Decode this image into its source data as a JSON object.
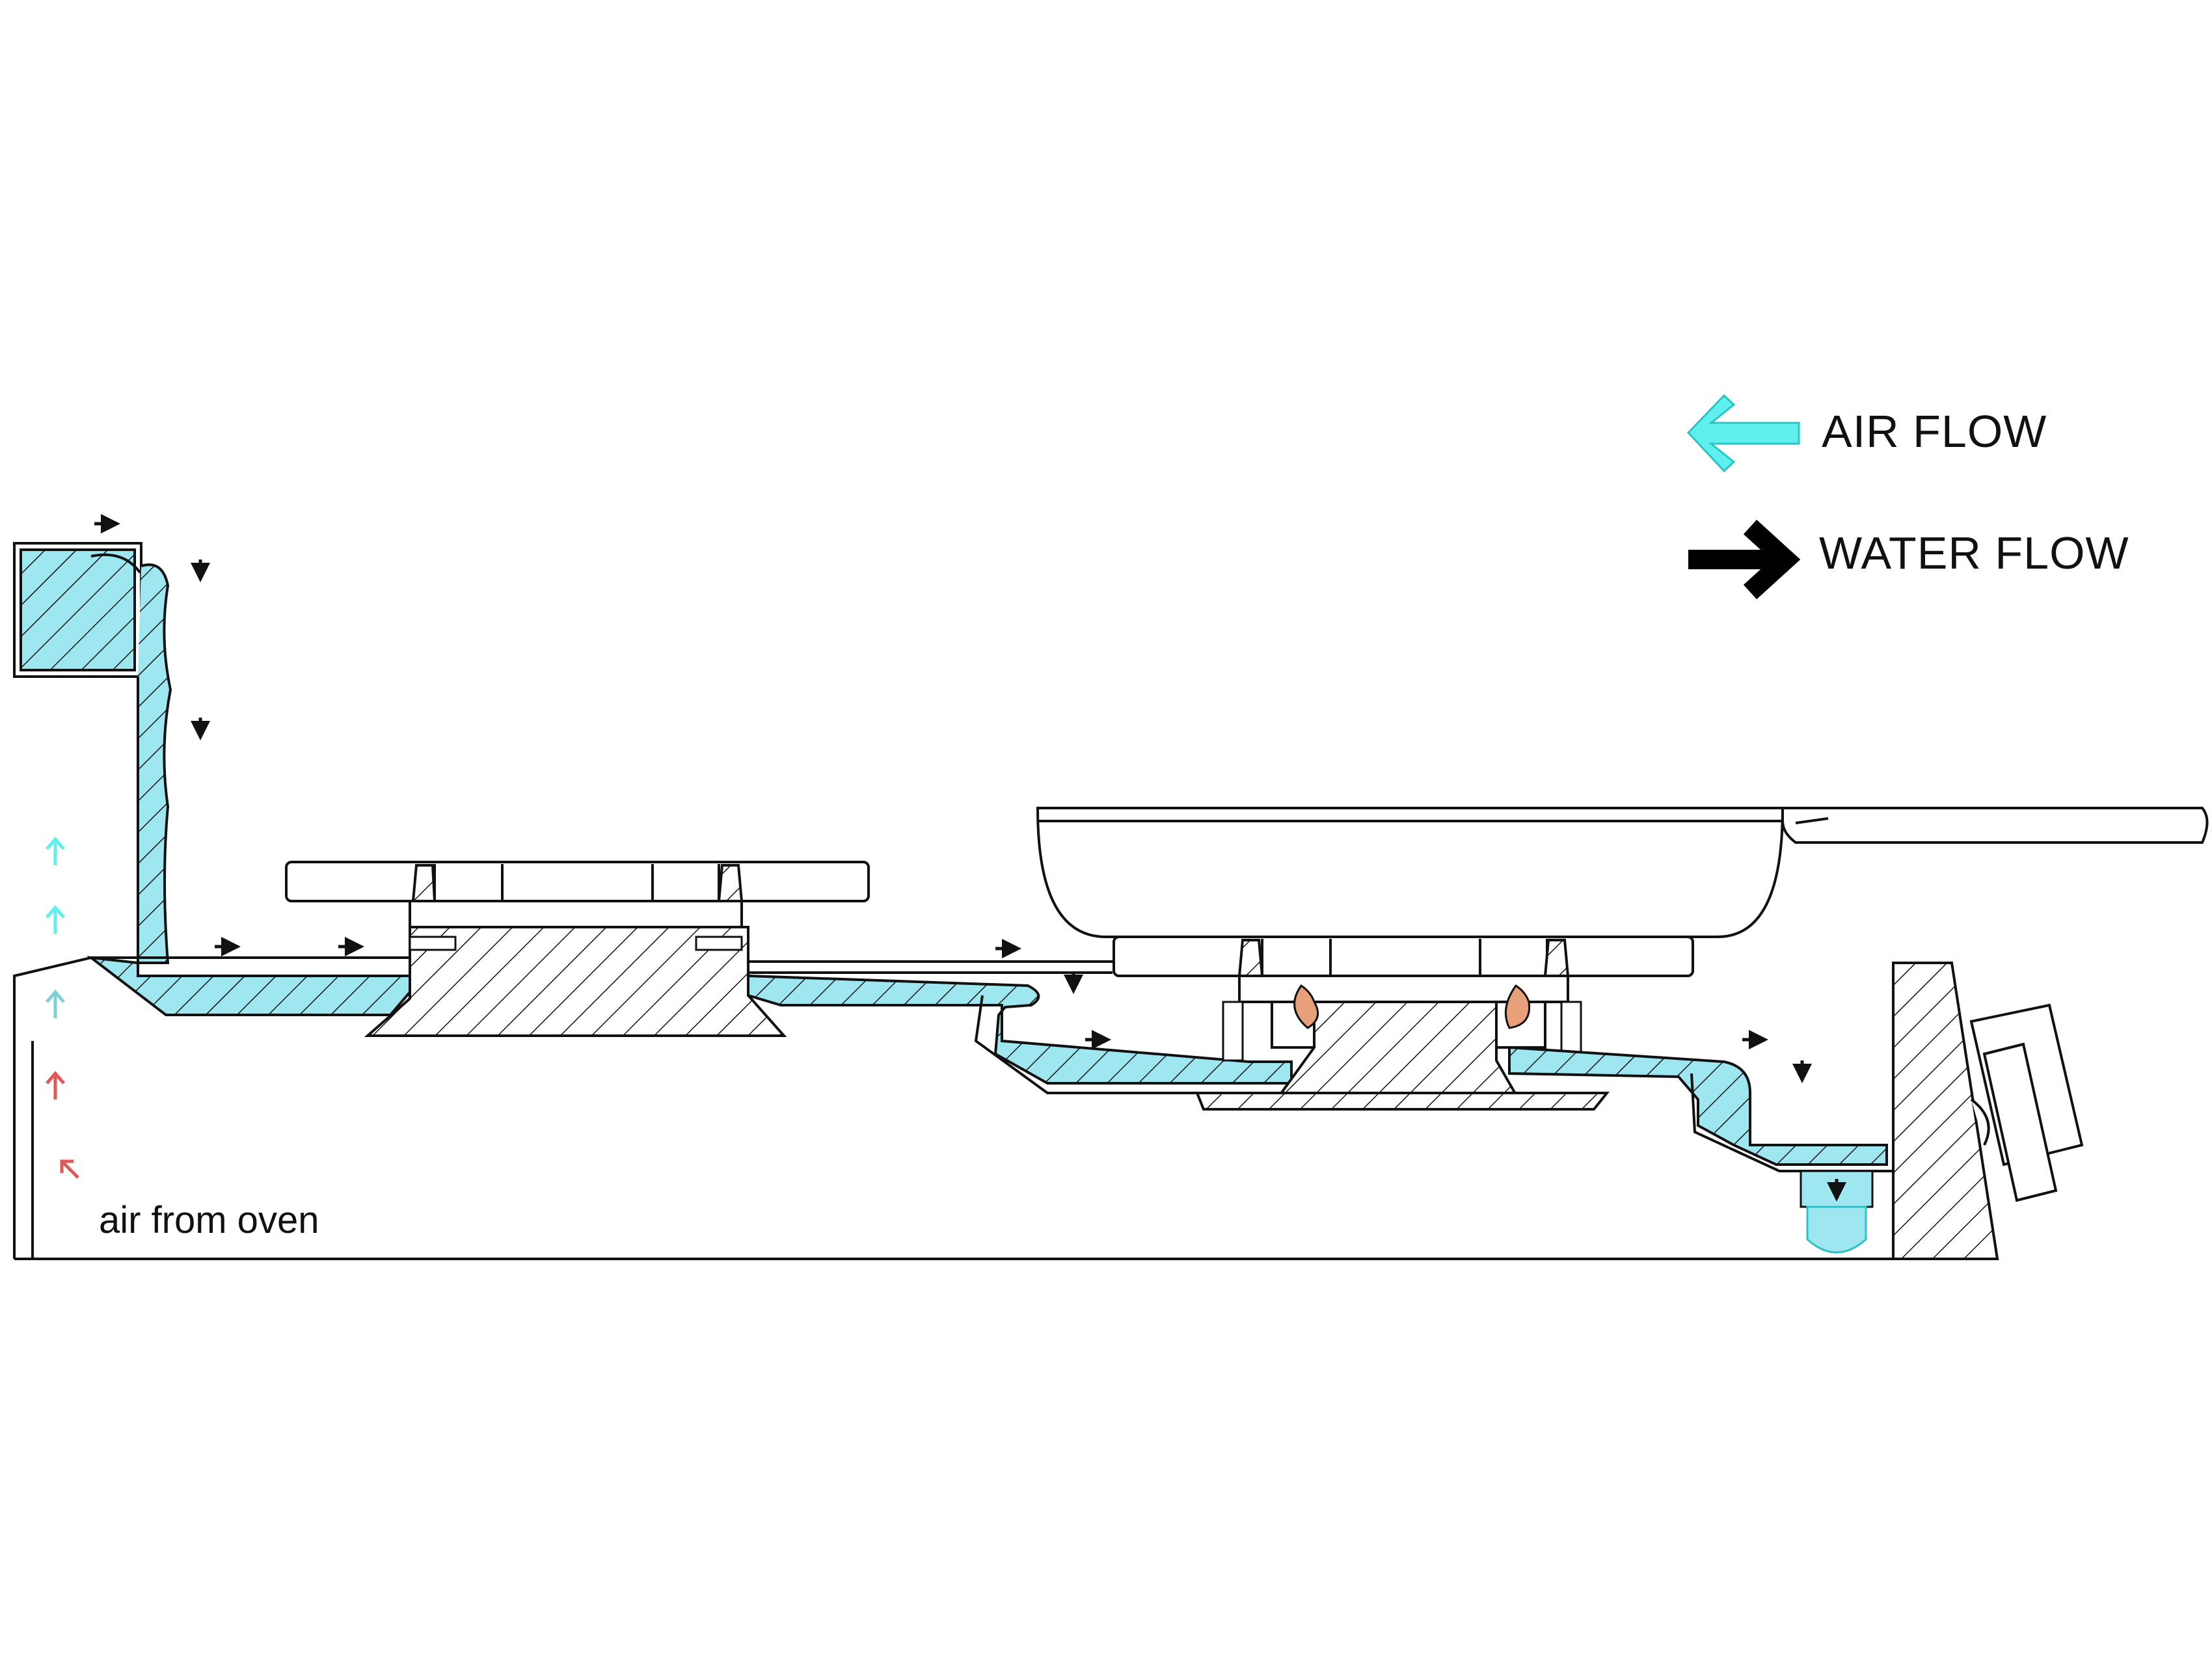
{
  "legend": {
    "air_flow": "AIR FLOW",
    "water_flow": "WATER FLOW"
  },
  "annotations": {
    "air_from_oven": "air from oven"
  },
  "colors": {
    "water": "#9fe7f0",
    "air_arrow": "#5ff0ee",
    "hot_air_arrow": "#e25656",
    "flame": "#e7a07a",
    "line": "#111111"
  }
}
